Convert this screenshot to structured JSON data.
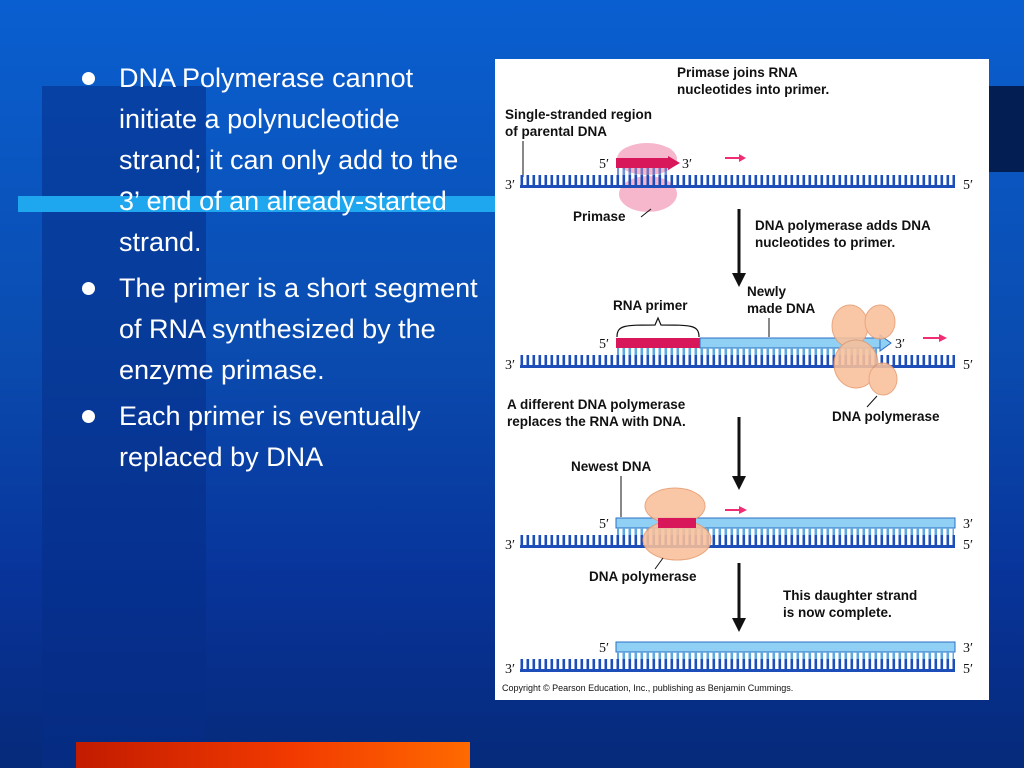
{
  "bullets": [
    {
      "text": "DNA Polymerase cannot initiate a polynucleotide strand; it can only add to the 3’ end of an already-started strand."
    },
    {
      "text": "The primer is a short segment of RNA synthesized by the enzyme primase."
    },
    {
      "text": "Each primer is eventually replaced by DNA"
    }
  ],
  "figure": {
    "labels": {
      "primase_joins_1": "Primase joins RNA",
      "primase_joins_2": "nucleotides into primer.",
      "single_stranded_1": "Single-stranded region",
      "single_stranded_2": "of parental DNA",
      "primase": "Primase",
      "polymerase_adds_1": "DNA polymerase adds DNA",
      "polymerase_adds_2": "nucleotides to primer.",
      "rna_primer": "RNA primer",
      "newly_made_1": "Newly",
      "newly_made_2": "made DNA",
      "dna_polymerase_1": "DNA polymerase",
      "different_polymerase_1": "A different DNA polymerase",
      "different_polymerase_2": "replaces the RNA with DNA.",
      "newest_dna": "Newest DNA",
      "dna_polymerase_2": "DNA polymerase",
      "daughter_1": "This daughter strand",
      "daughter_2": "is now complete."
    },
    "end_labels": {
      "five_prime": "5′",
      "three_prime": "3′"
    },
    "copyright": "Copyright © Pearson Education, Inc., publishing as Benjamin Cummings."
  },
  "colors": {
    "parental_strand": "#1d4db8",
    "new_dna": "#8fd0f4",
    "rna_primer": "#d8175a",
    "primase": "#f6b6cc",
    "polymerase": "#f9c09a",
    "arrow_accent": "#ef2c74"
  }
}
